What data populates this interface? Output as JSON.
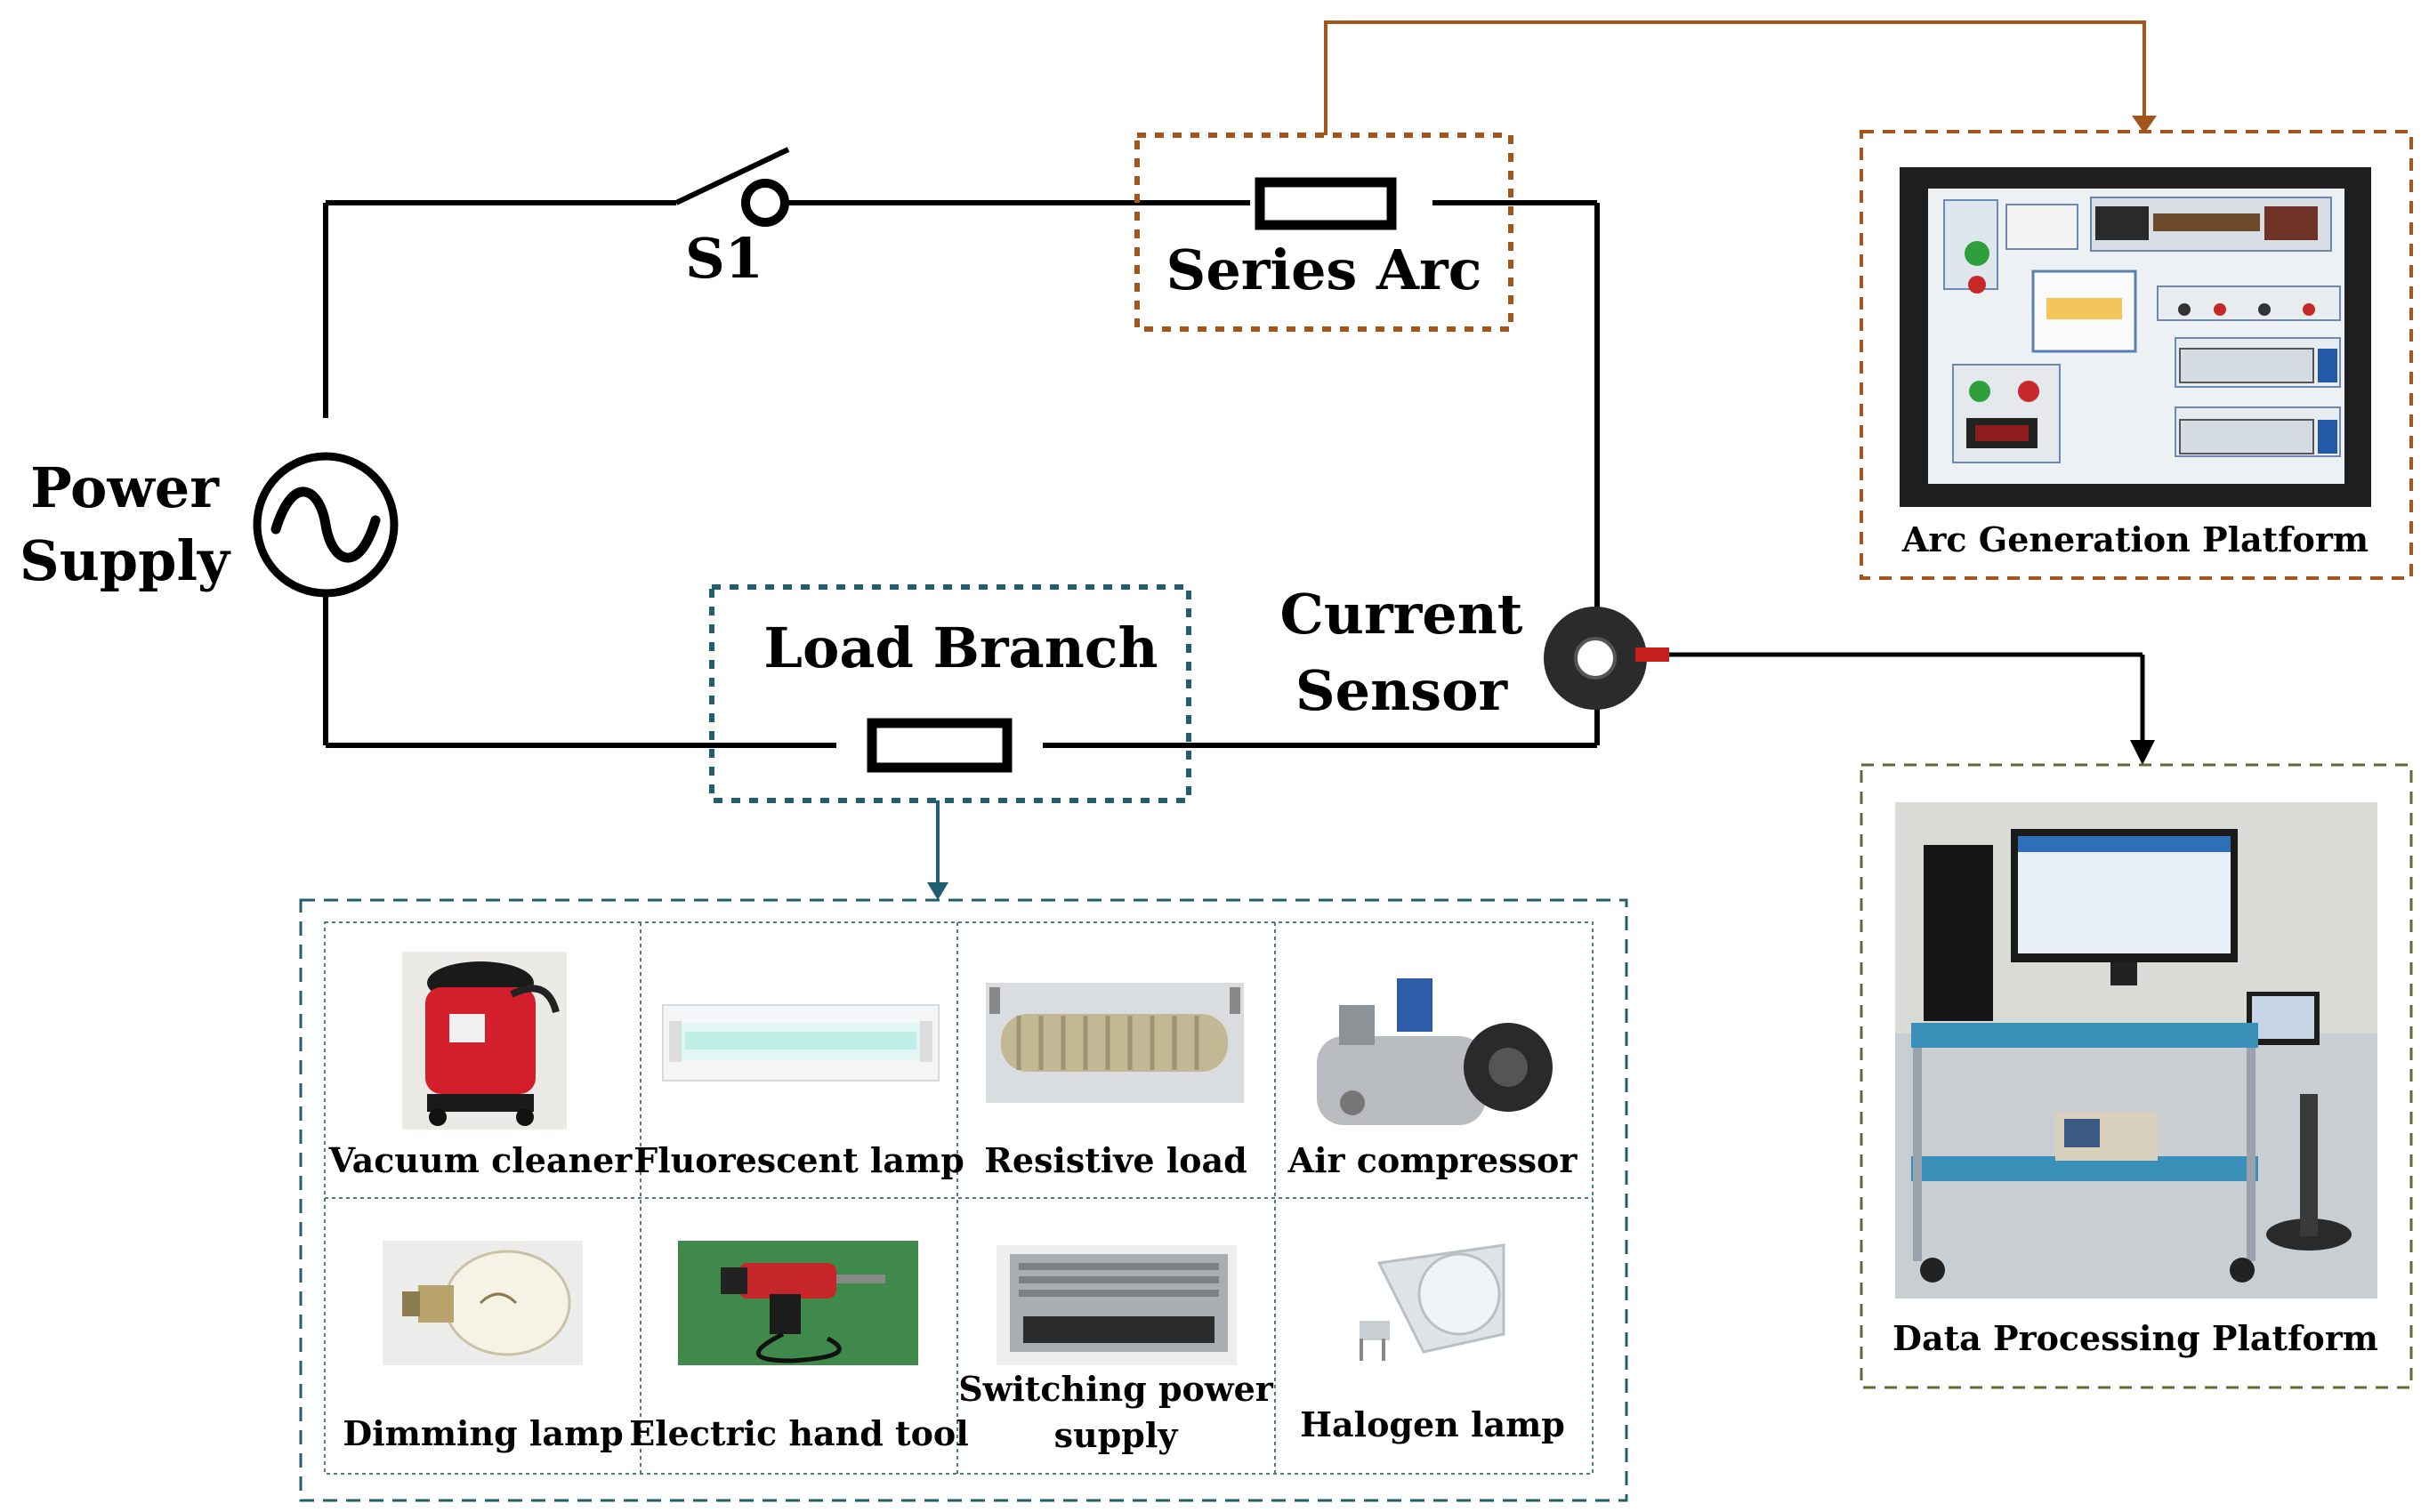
{
  "circuit": {
    "power_supply_line1": "Power",
    "power_supply_line2": "Supply",
    "switch_label": "S1",
    "series_arc_label": "Series Arc",
    "load_branch_label": "Load Branch",
    "current_sensor_line1": "Current",
    "current_sensor_line2": "Sensor"
  },
  "platforms": {
    "arc_generation": "Arc Generation Platform",
    "data_processing": "Data Processing Platform"
  },
  "loads": [
    {
      "label": "Vacuum cleaner",
      "icon": "vacuum-cleaner-photo"
    },
    {
      "label": "Fluorescent lamp",
      "icon": "fluorescent-lamp-photo"
    },
    {
      "label": "Resistive load",
      "icon": "resistive-load-photo"
    },
    {
      "label": "Air compressor",
      "icon": "air-compressor-photo"
    },
    {
      "label": "Dimming lamp",
      "icon": "dimming-lamp-photo"
    },
    {
      "label": "Electric hand tool",
      "icon": "electric-hand-tool-photo"
    },
    {
      "label_line1": "Switching power",
      "label_line2": "supply",
      "icon": "switching-power-supply-photo"
    },
    {
      "label": "Halogen lamp",
      "icon": "halogen-lamp-photo"
    }
  ],
  "colors": {
    "arc_box": "#a5541c",
    "load_box": "#215e6f",
    "data_box": "#5e6b36",
    "wire": "#000000"
  }
}
